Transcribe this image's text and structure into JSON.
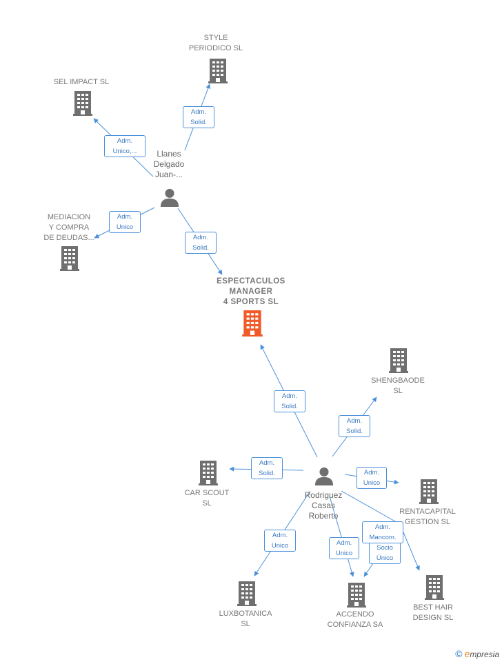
{
  "colors": {
    "edge": "#4a90d9",
    "building": "#6f6f6f",
    "building_main": "#f05a28",
    "person": "#6f6f6f"
  },
  "nodes": {
    "style_periodico": {
      "label": "STYLE\nPERIODICO  SL",
      "icon": "building-icon"
    },
    "sel_impact": {
      "label": "SEL IMPACT SL",
      "icon": "building-icon"
    },
    "llanes": {
      "label": "Llanes\nDelgado\nJuan-...",
      "icon": "person-icon"
    },
    "mediacion": {
      "label": "MEDIACION\nY COMPRA\nDE DEUDAS...",
      "icon": "building-icon"
    },
    "espectaculos": {
      "label": "ESPECTACULOS\nMANAGER\n4 SPORTS  SL",
      "icon": "building-icon"
    },
    "shengbaode": {
      "label": "SHENGBAODE\nSL",
      "icon": "building-icon"
    },
    "car_scout": {
      "label": "CAR SCOUT\nSL",
      "icon": "building-icon"
    },
    "rodriguez": {
      "label": "Rodriguez\nCasas\nRoberto",
      "icon": "person-icon"
    },
    "rentacapital": {
      "label": "RENTACAPITAL\nGESTION SL",
      "icon": "building-icon"
    },
    "luxbotanica": {
      "label": "LUXBOTANICA\nSL",
      "icon": "building-icon"
    },
    "accendo": {
      "label": "ACCENDO\nCONFIANZA SA",
      "icon": "building-icon"
    },
    "best_hair": {
      "label": "BEST HAIR\nDESIGN  SL",
      "icon": "building-icon"
    }
  },
  "edges": [
    {
      "id": "llanes-style",
      "label": "Adm.\nSolid."
    },
    {
      "id": "llanes-selimpact",
      "label": "Adm.\nUnico,..."
    },
    {
      "id": "llanes-mediacion",
      "label": "Adm.\nUnico"
    },
    {
      "id": "llanes-espectaculos",
      "label": "Adm.\nSolid."
    },
    {
      "id": "rodriguez-espectaculos",
      "label": "Adm.\nSolid."
    },
    {
      "id": "rodriguez-shengbaode",
      "label": "Adm.\nSolid."
    },
    {
      "id": "rodriguez-carscout",
      "label": "Adm.\nSolid."
    },
    {
      "id": "rodriguez-rentacapital",
      "label": "Adm.\nUnico"
    },
    {
      "id": "rodriguez-luxbotanica",
      "label": "Adm.\nUnico"
    },
    {
      "id": "rodriguez-accendo-1",
      "label": "Adm.\nUnico"
    },
    {
      "id": "rodriguez-accendo-2",
      "label": "Socio\nÚnico"
    },
    {
      "id": "rodriguez-besthair",
      "label": "Adm.\nMancom."
    }
  ],
  "footer": {
    "copyright_symbol": "©",
    "brand_e": "e",
    "brand_rest": "mpresia"
  }
}
